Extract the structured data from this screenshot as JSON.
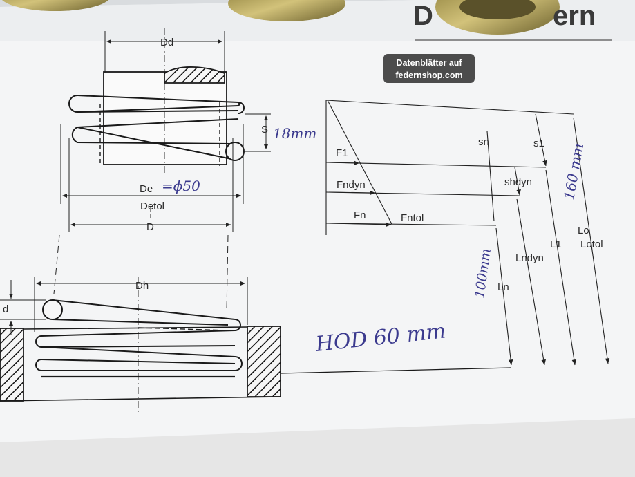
{
  "header": {
    "brand_fragment": "ern"
  },
  "badge": {
    "line1": "Datenblätter auf",
    "line2": "federnshop.com"
  },
  "top_spring": {
    "dim_dd": "Dd",
    "dim_s": "S",
    "dim_de": "De",
    "dim_detol": "Detol",
    "dim_d": "D"
  },
  "bottom_spring": {
    "dim_dh": "Dh",
    "dim_wire": "d"
  },
  "force_diagram": {
    "f1": "F1",
    "fndyn": "Fndyn",
    "fn": "Fn",
    "fntol": "Fntol",
    "sn": "sn",
    "s1": "s1",
    "shdyn": "shdyn",
    "ln": "Ln",
    "lndyn": "Lndyn",
    "l1": "L1",
    "lo": "Lo",
    "lotol": "Lotol"
  },
  "handwritten": {
    "s_value": "18mm",
    "de_value": "=ϕ50",
    "free_length": "160 mm",
    "loaded_length": "100mm",
    "hod": "HOD 60 mm"
  }
}
